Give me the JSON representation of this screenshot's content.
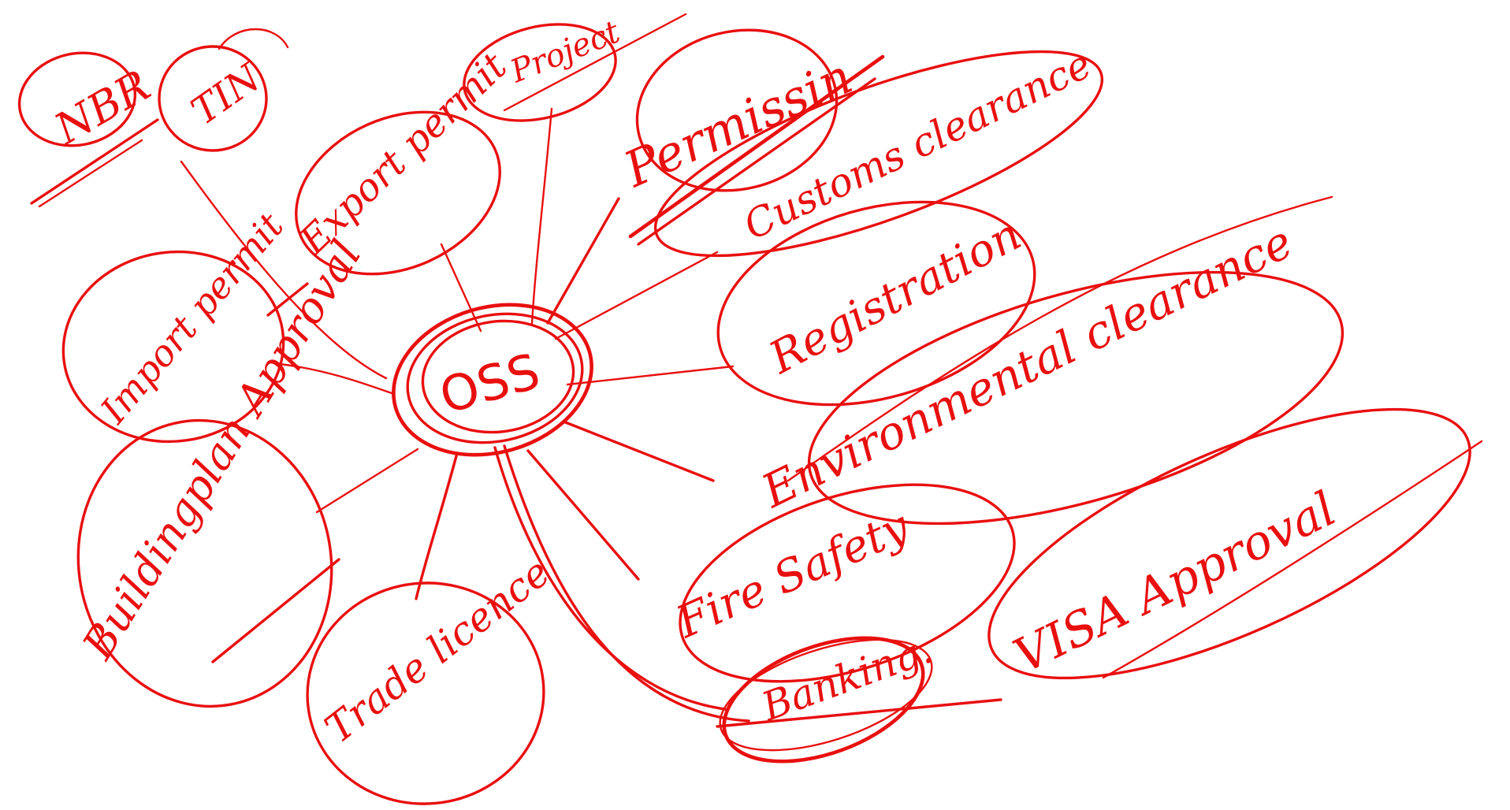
{
  "diagram": {
    "ink_color": "#e8100f",
    "center": {
      "label": "OSS"
    },
    "nodes": [
      {
        "id": "nbr",
        "label": "NBR"
      },
      {
        "id": "tin",
        "label": "TIN"
      },
      {
        "id": "project",
        "label": "Project"
      },
      {
        "id": "permission",
        "label": "Permissin"
      },
      {
        "id": "customs",
        "label": "Customs clearance"
      },
      {
        "id": "export",
        "label": "Export permit"
      },
      {
        "id": "registration",
        "label": "Registration"
      },
      {
        "id": "environmental",
        "label": "Environmental clearance"
      },
      {
        "id": "import",
        "label": "Import permit"
      },
      {
        "id": "building",
        "label": "Buildingplan Approval"
      },
      {
        "id": "trade",
        "label": "Trade licence"
      },
      {
        "id": "fire",
        "label": "Fire Safety"
      },
      {
        "id": "banking",
        "label": "Banking."
      },
      {
        "id": "visa",
        "label": "VISA Approval"
      }
    ]
  }
}
